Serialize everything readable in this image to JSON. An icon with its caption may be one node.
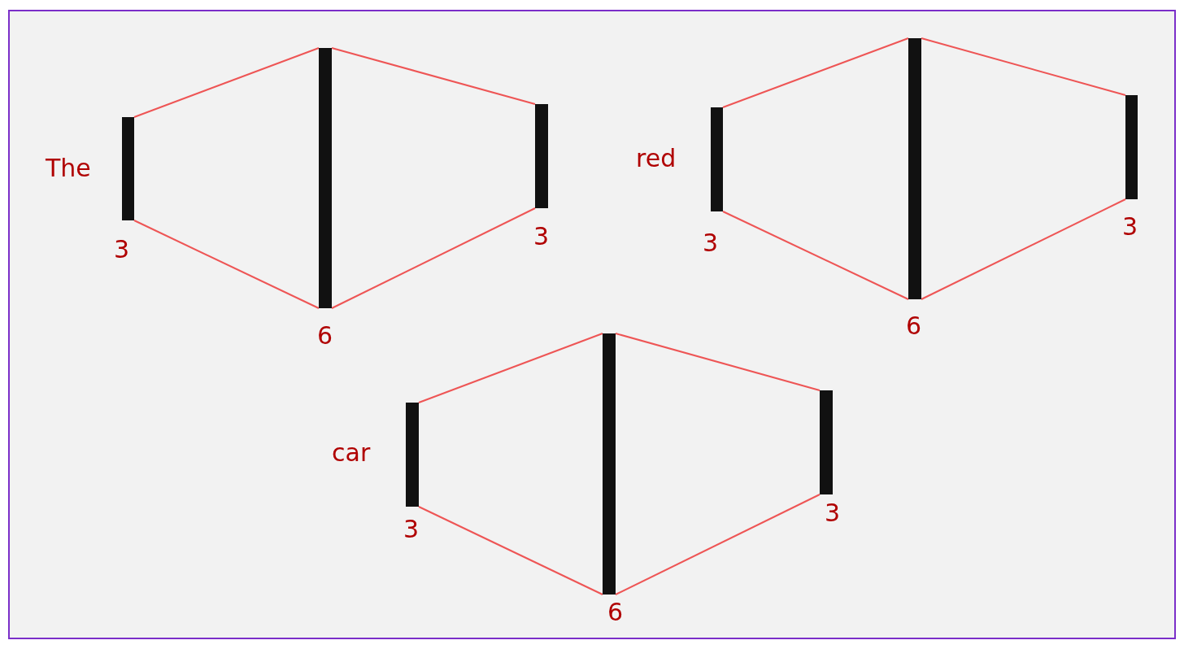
{
  "diagram": {
    "nodes": [
      {
        "text": [],
        "shape": "bar",
        "beside": [
          "The",
          "3"
        ]
      },
      {
        "text": [],
        "shape": "bar",
        "beside": [
          "6"
        ]
      },
      {
        "text": [],
        "shape": "bar",
        "beside": [
          "3"
        ]
      },
      {
        "text": [],
        "shape": "bar",
        "beside": [
          "red",
          "3"
        ]
      },
      {
        "text": [],
        "shape": "bar",
        "beside": [
          "6"
        ]
      },
      {
        "text": [],
        "shape": "bar",
        "beside": [
          "3"
        ]
      },
      {
        "text": [],
        "shape": "bar",
        "beside": [
          "car",
          "3"
        ]
      },
      {
        "text": [],
        "shape": "bar",
        "beside": [
          "6"
        ]
      },
      {
        "text": [],
        "shape": "bar",
        "beside": [
          "3"
        ]
      }
    ],
    "edges": [
      {
        "from": 0,
        "to": 1,
        "arrow": "none"
      },
      {
        "from": 0,
        "to": 1,
        "arrow": "none"
      },
      {
        "from": 1,
        "to": 2,
        "arrow": "none"
      },
      {
        "from": 1,
        "to": 2,
        "arrow": "none"
      },
      {
        "from": 3,
        "to": 4,
        "arrow": "none"
      },
      {
        "from": 3,
        "to": 4,
        "arrow": "none"
      },
      {
        "from": 4,
        "to": 5,
        "arrow": "none"
      },
      {
        "from": 4,
        "to": 5,
        "arrow": "none"
      },
      {
        "from": 6,
        "to": 7,
        "arrow": "none"
      },
      {
        "from": 6,
        "to": 7,
        "arrow": "none"
      },
      {
        "from": 7,
        "to": 8,
        "arrow": "none"
      },
      {
        "from": 7,
        "to": 8,
        "arrow": "none"
      }
    ]
  }
}
